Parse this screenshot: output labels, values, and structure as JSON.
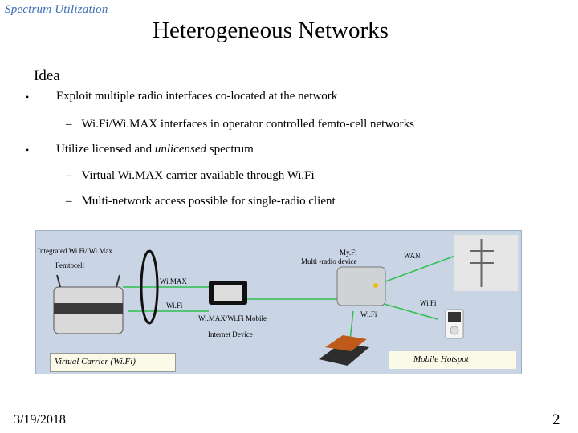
{
  "header": {
    "section": "Spectrum Utilization",
    "title": "Heterogeneous Networks"
  },
  "content": {
    "heading": "Idea",
    "bullets": [
      {
        "text": "Exploit multiple radio interfaces co-located at the network",
        "sub": [
          "Wi.Fi/Wi.MAX interfaces in operator controlled femto-cell networks"
        ]
      },
      {
        "text_prefix": "Utilize licensed and ",
        "text_em": "unlicensed",
        "text_suffix": " spectrum",
        "sub": [
          "Virtual Wi.MAX carrier available through Wi.Fi",
          "Multi-network access possible for single-radio client"
        ]
      }
    ],
    "bullet_glyph": "•",
    "dash_glyph": "–"
  },
  "diagram": {
    "integrated": "Integrated Wi.Fi/ Wi.Max",
    "femtocell": "Femtocell",
    "wimax": "Wi.MAX",
    "wifi_left": "Wi.Fi",
    "mobile_line1": "Wi.MAX/Wi.Fi Mobile",
    "mobile_line2": "Internet Device",
    "mypi_line1": "My.Fi",
    "mypi_line2": "Multi -radio device",
    "wan": "WAN",
    "wifi_right_top": "Wi.Fi",
    "wifi_right_bottom": "Wi.Fi",
    "virtual_carrier": "Virtual Carrier (Wi.Fi)",
    "mobile_hotspot": "Mobile Hotspot"
  },
  "footer": {
    "date": "3/19/2018",
    "page": "2"
  }
}
